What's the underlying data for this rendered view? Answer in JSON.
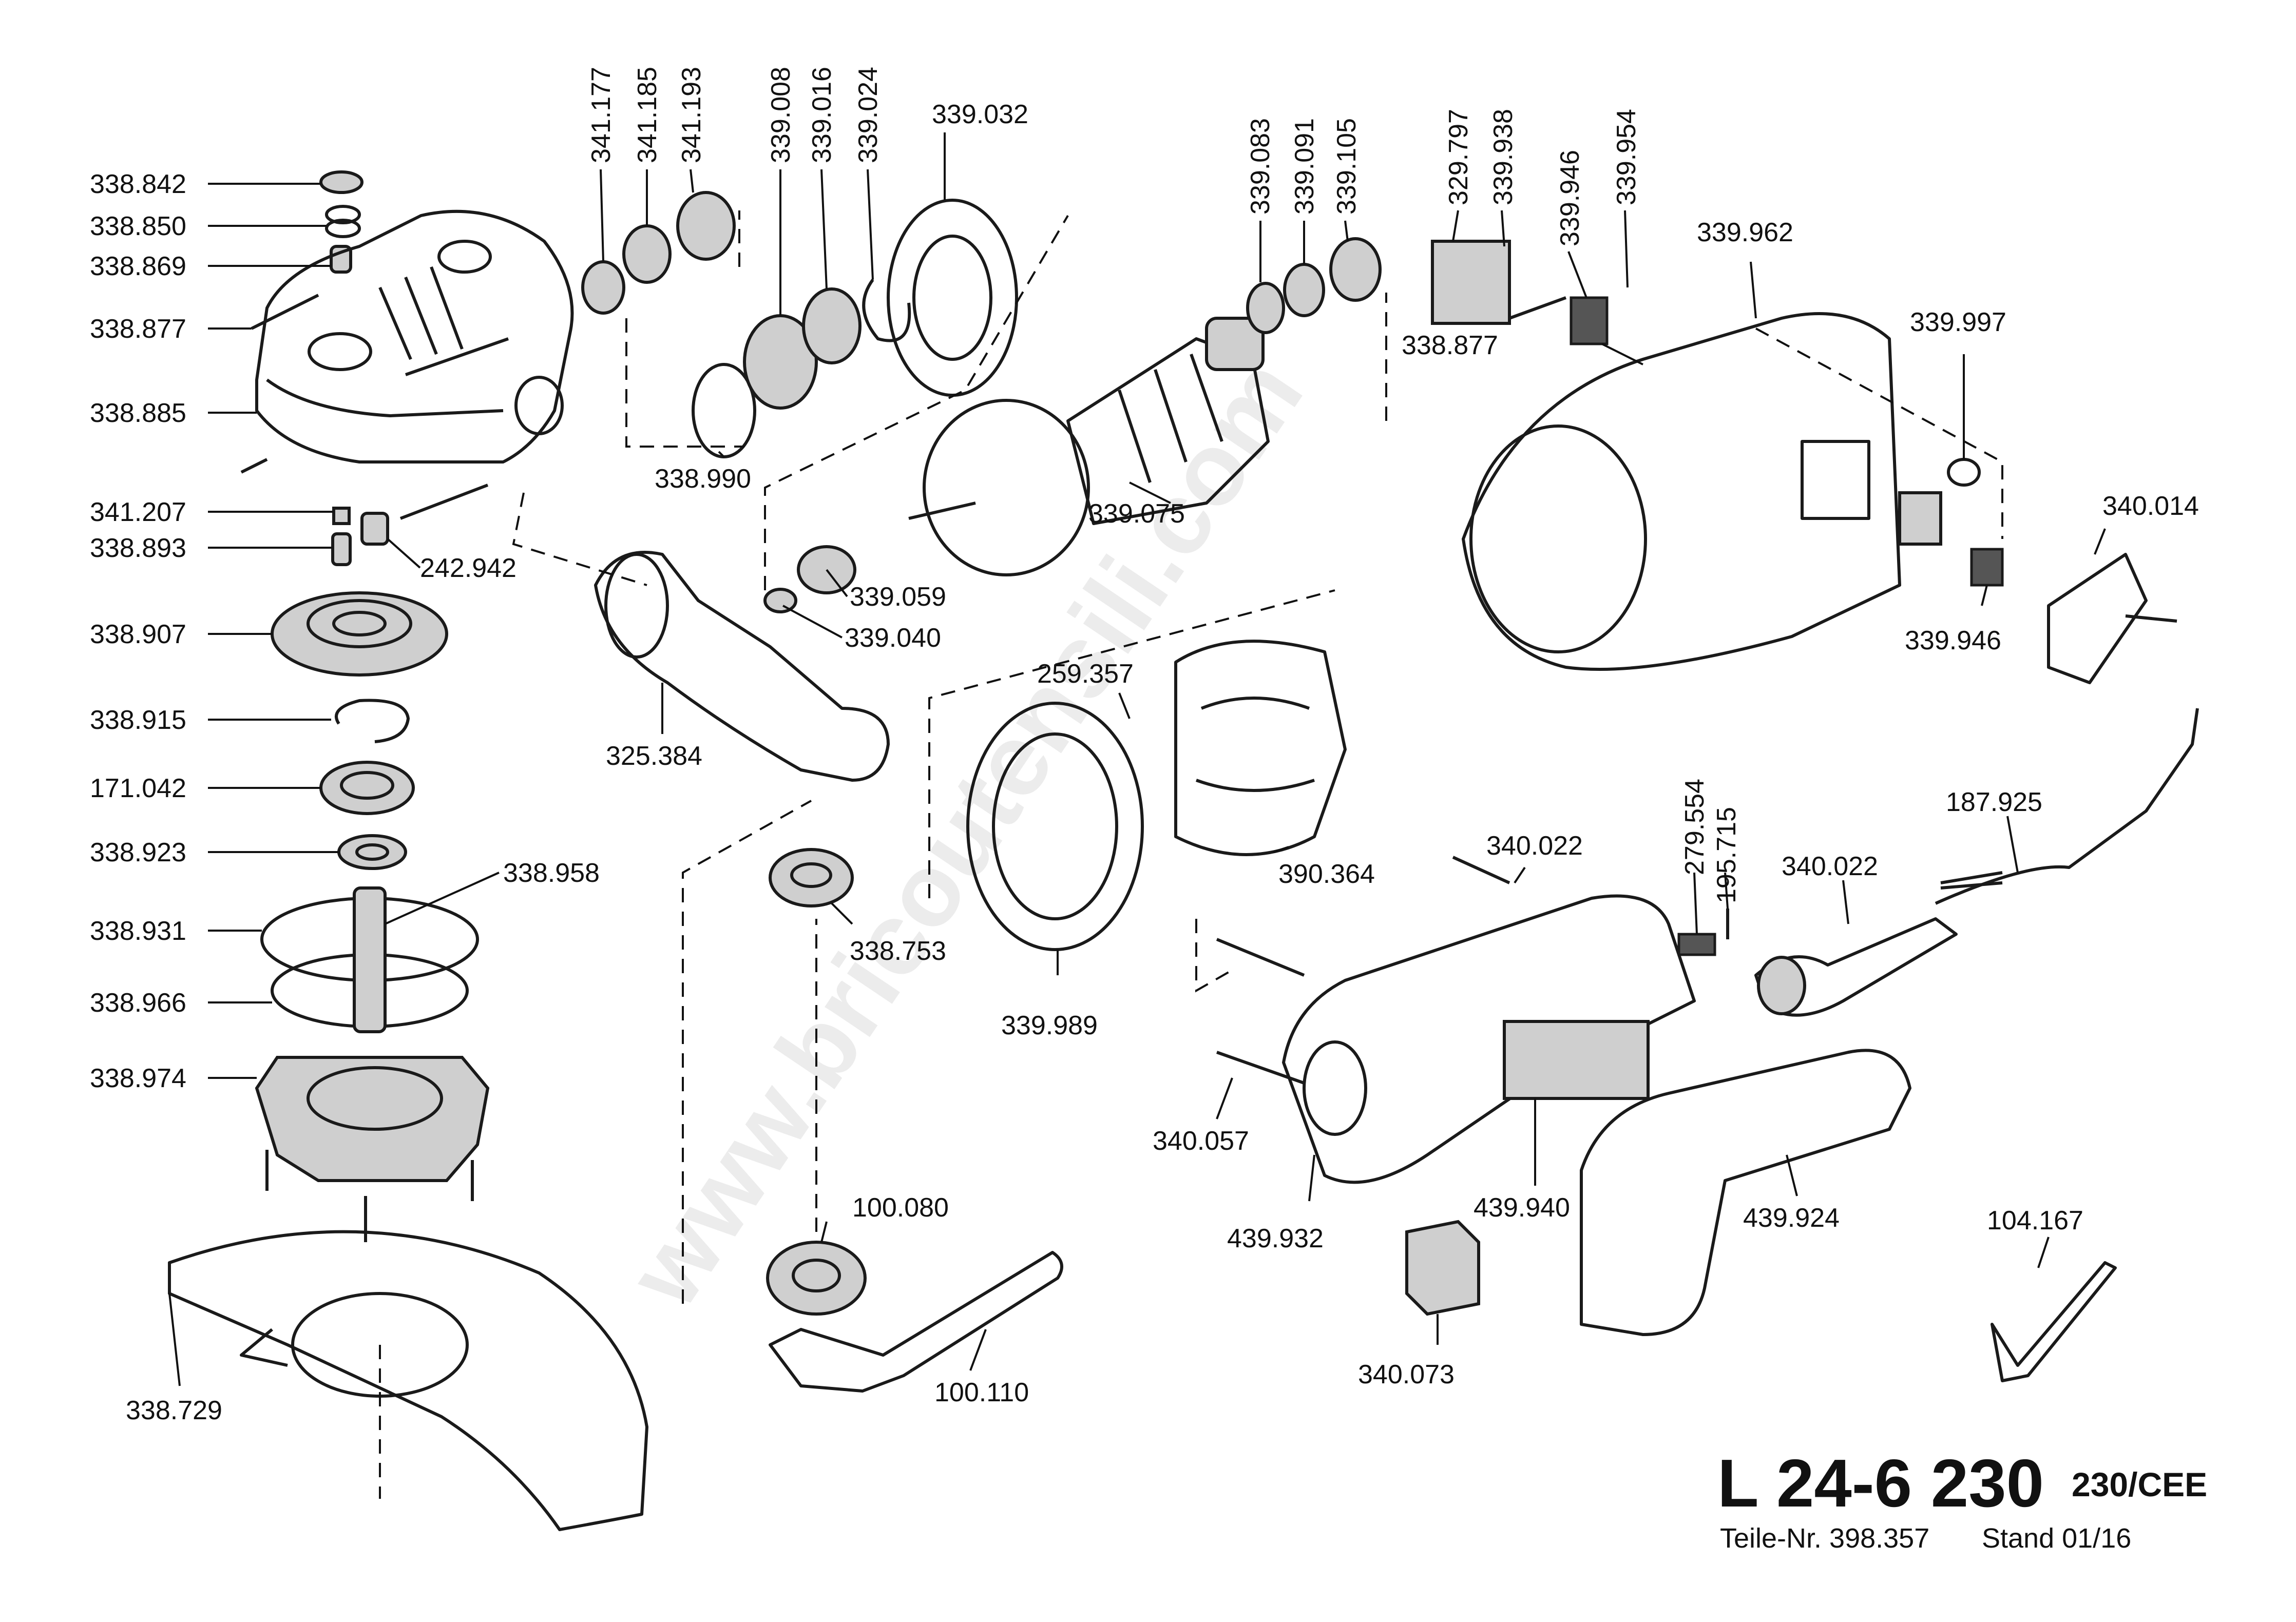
{
  "document": {
    "model": "L 24-6 230",
    "variant": "230/CEE",
    "part_number_line": "Teile-Nr. 398.357",
    "stand_line": "Stand 01/16",
    "watermark": "www.bricoutensili.com"
  },
  "labels": [
    {
      "id": "l01",
      "text": "338.842"
    },
    {
      "id": "l02",
      "text": "338.850"
    },
    {
      "id": "l03",
      "text": "338.869"
    },
    {
      "id": "l04",
      "text": "338.877"
    },
    {
      "id": "l05",
      "text": "338.885"
    },
    {
      "id": "l06",
      "text": "341.207"
    },
    {
      "id": "l07",
      "text": "338.893"
    },
    {
      "id": "l08",
      "text": "242.942"
    },
    {
      "id": "l09",
      "text": "338.907"
    },
    {
      "id": "l10",
      "text": "338.915"
    },
    {
      "id": "l11",
      "text": "171.042"
    },
    {
      "id": "l12",
      "text": "338.923"
    },
    {
      "id": "l13",
      "text": "338.958"
    },
    {
      "id": "l14",
      "text": "338.931"
    },
    {
      "id": "l15",
      "text": "338.966"
    },
    {
      "id": "l16",
      "text": "338.974"
    },
    {
      "id": "l17",
      "text": "338.729"
    },
    {
      "id": "l18",
      "text": "341.177"
    },
    {
      "id": "l19",
      "text": "341.185"
    },
    {
      "id": "l20",
      "text": "341.193"
    },
    {
      "id": "l21",
      "text": "339.008"
    },
    {
      "id": "l22",
      "text": "339.016"
    },
    {
      "id": "l23",
      "text": "339.024"
    },
    {
      "id": "l24",
      "text": "339.032"
    },
    {
      "id": "l25",
      "text": "338.990"
    },
    {
      "id": "l26",
      "text": "339.059"
    },
    {
      "id": "l27",
      "text": "339.040"
    },
    {
      "id": "l28",
      "text": "325.384"
    },
    {
      "id": "l29",
      "text": "338.753"
    },
    {
      "id": "l30",
      "text": "100.080"
    },
    {
      "id": "l31",
      "text": "100.110"
    },
    {
      "id": "l32",
      "text": "339.083"
    },
    {
      "id": "l33",
      "text": "339.091"
    },
    {
      "id": "l34",
      "text": "339.105"
    },
    {
      "id": "l35",
      "text": "339.075"
    },
    {
      "id": "l36",
      "text": "259.357"
    },
    {
      "id": "l37",
      "text": "390.364"
    },
    {
      "id": "l38",
      "text": "339.989"
    },
    {
      "id": "l39",
      "text": "329.797"
    },
    {
      "id": "l40",
      "text": "339.938"
    },
    {
      "id": "l41",
      "text": "339.946"
    },
    {
      "id": "l42",
      "text": "339.954"
    },
    {
      "id": "l43",
      "text": "338.877"
    },
    {
      "id": "l44",
      "text": "339.962"
    },
    {
      "id": "l45",
      "text": "339.997"
    },
    {
      "id": "l46",
      "text": "340.014"
    },
    {
      "id": "l47",
      "text": "339.946"
    },
    {
      "id": "l48",
      "text": "340.022"
    },
    {
      "id": "l49",
      "text": "279.554"
    },
    {
      "id": "l50",
      "text": "195.715"
    },
    {
      "id": "l51",
      "text": "340.022"
    },
    {
      "id": "l52",
      "text": "187.925"
    },
    {
      "id": "l53",
      "text": "340.057"
    },
    {
      "id": "l54",
      "text": "439.932"
    },
    {
      "id": "l55",
      "text": "439.940"
    },
    {
      "id": "l56",
      "text": "439.924"
    },
    {
      "id": "l57",
      "text": "340.073"
    },
    {
      "id": "l58",
      "text": "104.167"
    }
  ]
}
